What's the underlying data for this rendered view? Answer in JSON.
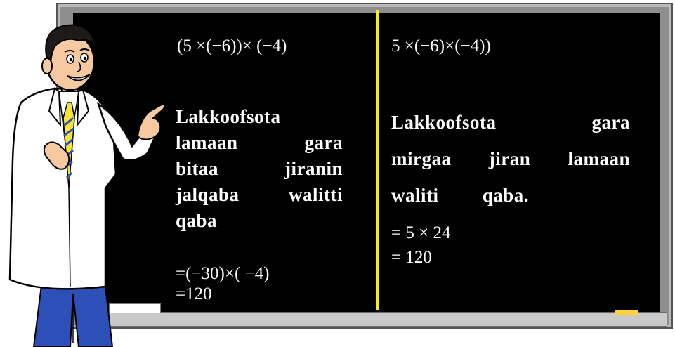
{
  "left_panel": {
    "expression": "(5 ×(−6))× (−4)",
    "explanation_lines": [
      "Lakkoofsota",
      "lamaan gara",
      "bitaa jiranin",
      "jalqaba walitti",
      "qaba"
    ],
    "step1": "=(−30)×( −4)",
    "step2": "=120"
  },
  "right_panel": {
    "expression": "5 ×(−6)×(−4))",
    "explanation_lines": [
      "Lakkoofsota gara",
      "mirgaa jiran lamaan",
      "waliti qaba."
    ],
    "step1": "= 5 × 24",
    "step2": "= 120"
  },
  "colors": {
    "board": "#000000",
    "frame": "#b9b9b9",
    "divider": "#f2f20a",
    "chalk_text": "#ffffff",
    "tie": "#f5e43a",
    "pants": "#2c4fb8",
    "coat": "#ffffff"
  }
}
